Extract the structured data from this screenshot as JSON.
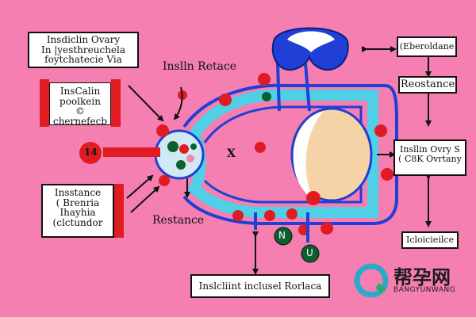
{
  "boxes": {
    "top_left": {
      "line1": "Insdiclin Ovary",
      "line2": "In |yesthreuchela",
      "line3": "foytchatecie Via"
    },
    "left_mid": {
      "line1": "InsCalin",
      "line2": "poolkein",
      "line3": "© chernefecb"
    },
    "left_low": {
      "line1": "Insstance",
      "line2": "( Brenria",
      "line3": "Ihayhia",
      "line4": "(clctundor"
    },
    "top_right": {
      "text": "(Eberoldane"
    },
    "right_resistance": {
      "text": "Reostance"
    },
    "right_mid": {
      "line1": "Insllin Ovry S",
      "line2": "( C8K Ovrtany"
    },
    "right_low": {
      "text": "Icloicieilce"
    },
    "bottom": {
      "text": "Inslcliint inclusel Rorlaca"
    }
  },
  "labels": {
    "insulin_rate": "Inslln Retace",
    "resistance": "Restance",
    "cell_number": "14",
    "x_mark": "X",
    "node_n": "N",
    "node_u": "U"
  },
  "watermark": {
    "chinese": "帮孕网",
    "latin": "BANGYUNWANG"
  },
  "colors": {
    "background": "#f47fb0",
    "red": "#e11b22",
    "blue": "#1f3fd6",
    "cyan": "#4fd0e6",
    "peach": "#f6d3a6",
    "node_green": "#0d5f2e"
  }
}
